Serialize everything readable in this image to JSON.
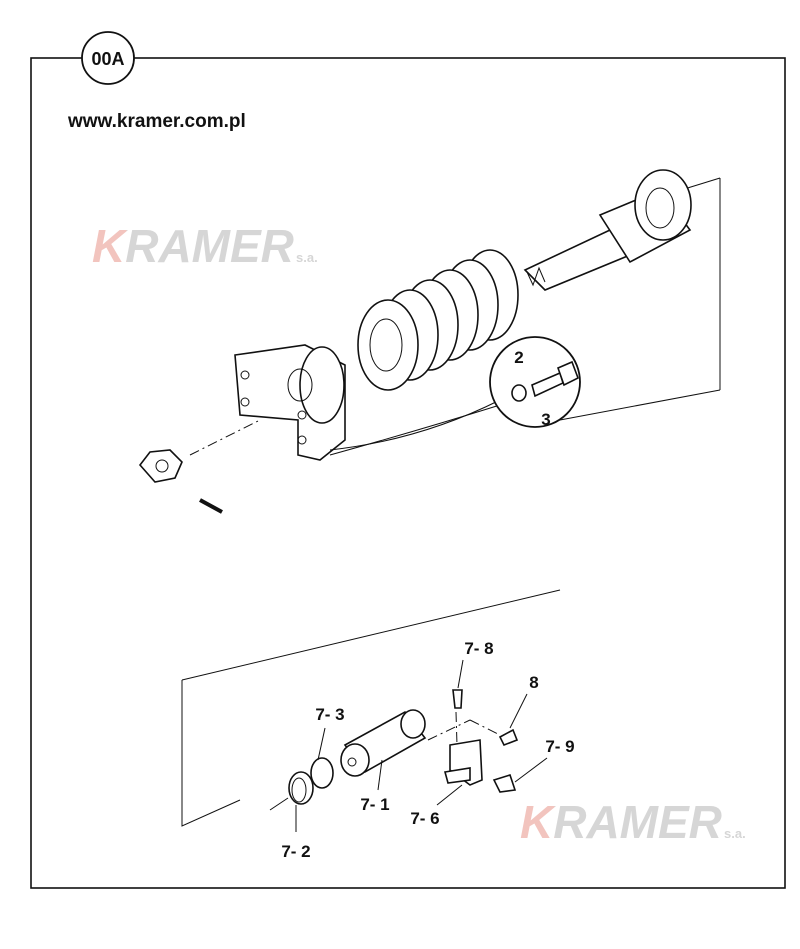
{
  "diagram": {
    "page_code": "00A",
    "url": "www.kramer.com.pl",
    "watermark": {
      "brand": "KRAMER",
      "suffix": "s.a."
    },
    "callouts": [
      "2",
      "3",
      "7- 8",
      "8",
      "7- 3",
      "7- 9",
      "7- 1",
      "7- 6",
      "7- 2"
    ]
  }
}
